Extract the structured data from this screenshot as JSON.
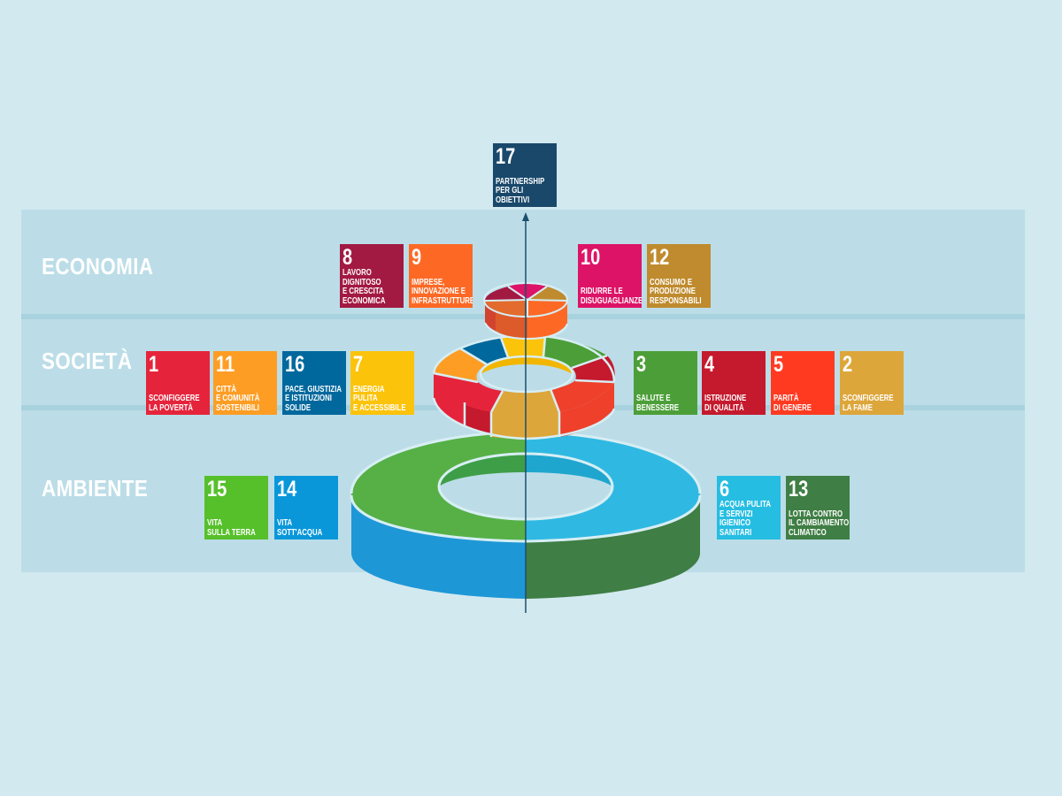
{
  "layers": {
    "economia": "ECONOMIA",
    "societa": "SOCIETÀ",
    "ambiente": "AMBIENTE"
  },
  "goals": {
    "g1": {
      "num": "1",
      "label": "Sconfiggere\nla povertà",
      "color": "#e5243b"
    },
    "g2": {
      "num": "2",
      "label": "Sconfiggere\nla fame",
      "color": "#dda63a"
    },
    "g3": {
      "num": "3",
      "label": "Salute e\nbenessere",
      "color": "#4c9f38"
    },
    "g4": {
      "num": "4",
      "label": "Istruzione\ndi qualità",
      "color": "#c5192d"
    },
    "g5": {
      "num": "5",
      "label": "Parità\ndi genere",
      "color": "#ff3a21"
    },
    "g6": {
      "num": "6",
      "label": "Acqua pulita\ne servizi\nigienico\nsanitari",
      "color": "#26bde2"
    },
    "g7": {
      "num": "7",
      "label": "Energia\npulita\ne accessibile",
      "color": "#fcc30b"
    },
    "g8": {
      "num": "8",
      "label": "Lavoro\ndignitoso\ne crescita\neconomica",
      "color": "#a21942"
    },
    "g9": {
      "num": "9",
      "label": "Imprese,\ninnovazione e\ninfrastrutture",
      "color": "#fd6925"
    },
    "g10": {
      "num": "10",
      "label": "Ridurre le\ndisuguaglianze",
      "color": "#dd1367"
    },
    "g11": {
      "num": "11",
      "label": "Città\ne comunità\nsostenibili",
      "color": "#fd9d24"
    },
    "g12": {
      "num": "12",
      "label": "Consumo e\nproduzione\nresponsabili",
      "color": "#bf8b2e"
    },
    "g13": {
      "num": "13",
      "label": "Lotta contro\nil cambiamento\nclimatico",
      "color": "#3f7e44"
    },
    "g14": {
      "num": "14",
      "label": "Vita\nsott'acqua",
      "color": "#0a97d9"
    },
    "g15": {
      "num": "15",
      "label": "Vita\nsulla terra",
      "color": "#56c02b"
    },
    "g16": {
      "num": "16",
      "label": "Pace, giustizia\ne istituzioni\nsolide",
      "color": "#00689d"
    },
    "g17": {
      "num": "17",
      "label": "Partnership\nper gli\nobiettivi",
      "color": "#19486a"
    }
  }
}
